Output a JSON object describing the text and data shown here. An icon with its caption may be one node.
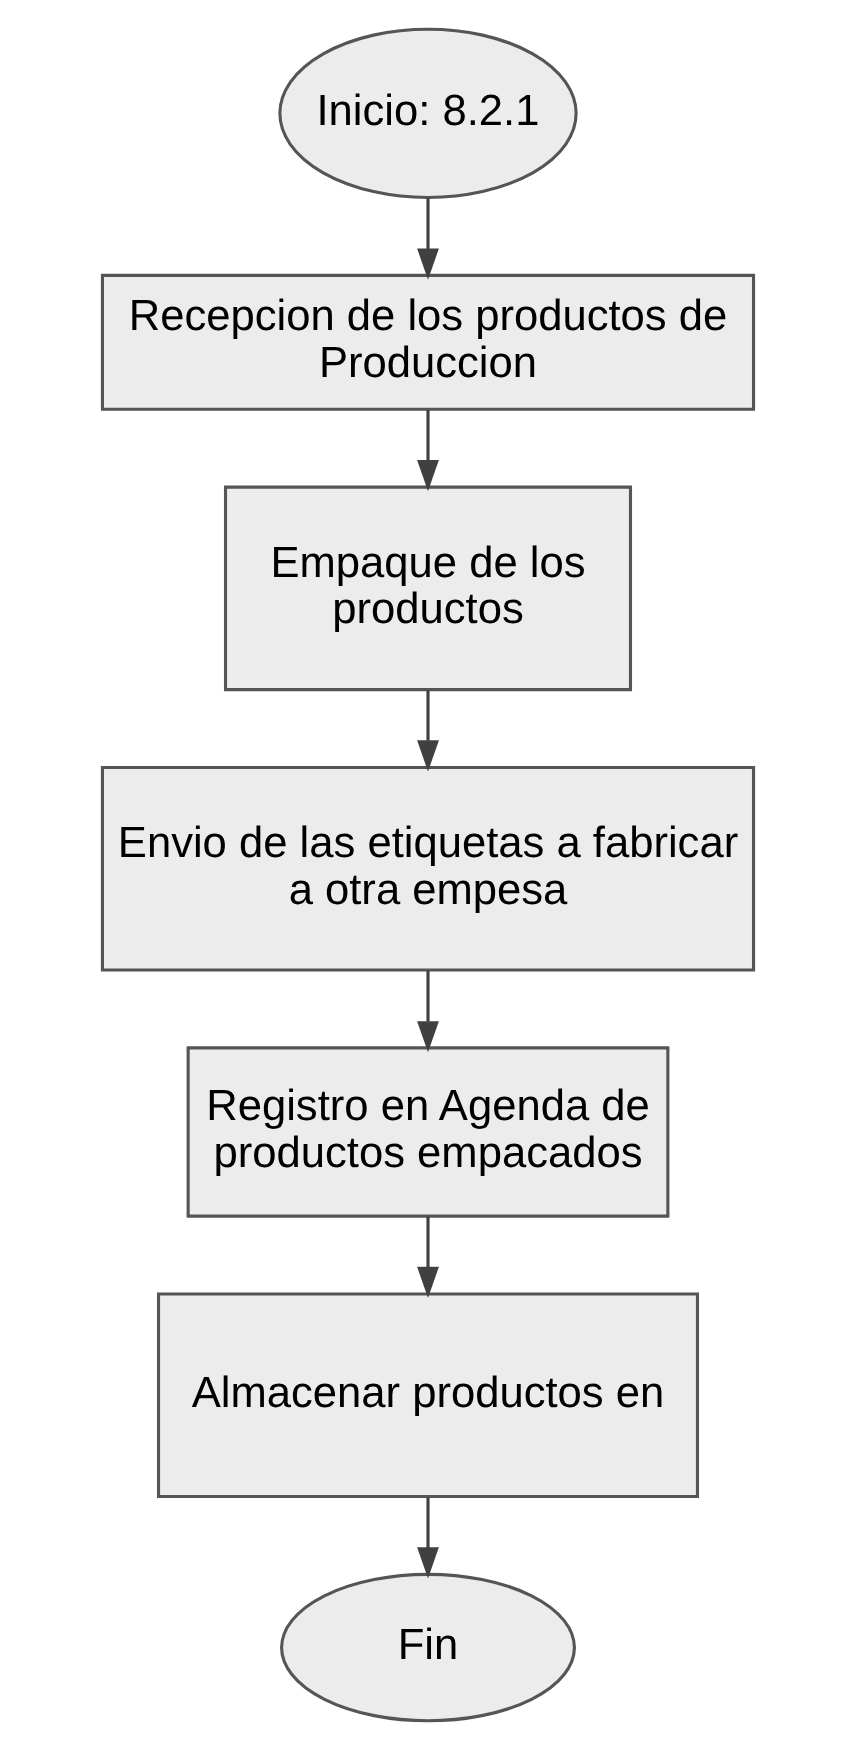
{
  "diagram": {
    "nodes": [
      {
        "text": [
          "Inicio: 8.2.1"
        ]
      },
      {
        "text": [
          "Recepcion de los productos de Produccion"
        ]
      },
      {
        "text": [
          "Empaque de los productos"
        ]
      },
      {
        "text": [
          "Envio de las etiquetas a fabricar a otra empesa"
        ]
      },
      {
        "text": [
          "Registro en Agenda de productos empacados"
        ]
      },
      {
        "text": [
          "Almacenar productos en"
        ]
      },
      {
        "text": [
          "Fin"
        ]
      }
    ],
    "edges": [
      {
        "from": 0,
        "to": 1,
        "arrow": "to"
      },
      {
        "from": 1,
        "to": 2,
        "arrow": "to"
      },
      {
        "from": 2,
        "to": 3,
        "arrow": "to"
      },
      {
        "from": 3,
        "to": 4,
        "arrow": "to"
      },
      {
        "from": 4,
        "to": 5,
        "arrow": "to"
      },
      {
        "from": 5,
        "to": 6,
        "arrow": "to"
      }
    ]
  }
}
